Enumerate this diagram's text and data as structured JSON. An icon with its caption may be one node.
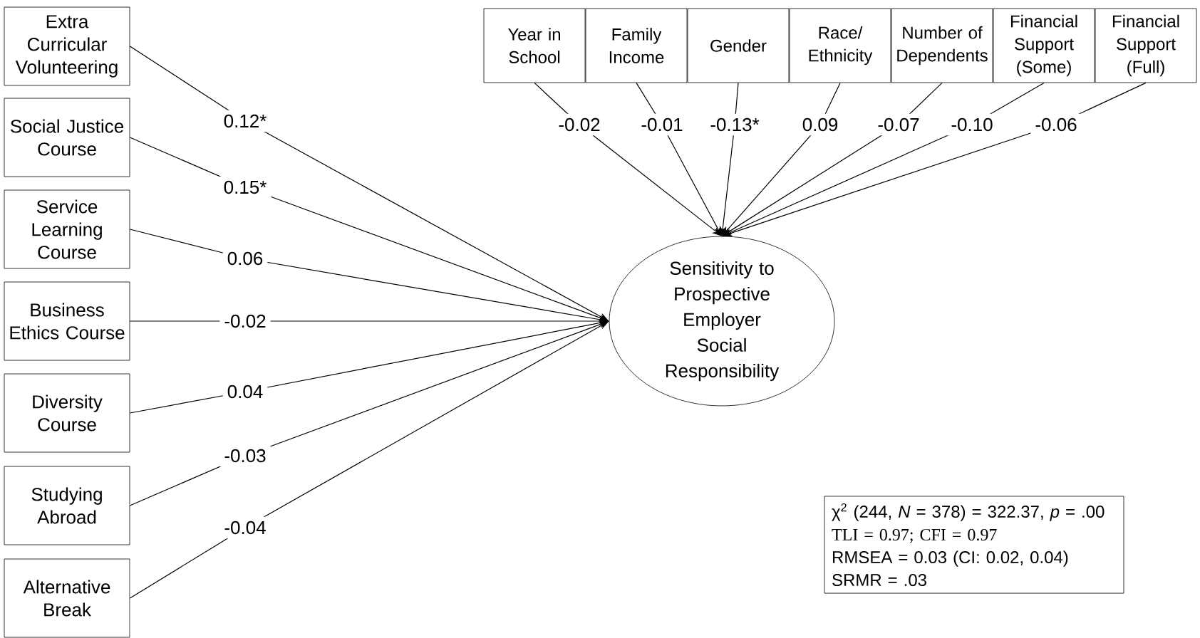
{
  "diagram": {
    "nodes": [
      {
        "text": [
          "Extra Curricular Volunteering"
        ]
      },
      {
        "text": [
          "Social Justice Course"
        ]
      },
      {
        "text": [
          "Service Learning Course"
        ]
      },
      {
        "text": [
          "Business Ethics Course"
        ]
      },
      {
        "text": [
          "Diversity Course"
        ]
      },
      {
        "text": [
          "Studying Abroad"
        ]
      },
      {
        "text": [
          "Alternative Break"
        ]
      },
      {
        "text": [
          "Year in School"
        ]
      },
      {
        "text": [
          "Family Income"
        ]
      },
      {
        "text": [
          "Gender"
        ]
      },
      {
        "text": [
          "Race/ Ethnicity"
        ]
      },
      {
        "text": [
          "Number of Dependents"
        ]
      },
      {
        "text": [
          "Financial Support (Some)"
        ]
      },
      {
        "text": [
          "Financial Support (Full)"
        ]
      },
      {
        "text": [
          "Sensitivity to Prospective Employer Social Responsibility"
        ]
      },
      {
        "text": [
          "χ$^{2}$ (244, *N* = 378) = 322.37, *p* = .00",
          "TLI = 0.97; CFI = 0.97",
          "RMSEA = 0.03 (CI: 0.02, 0.04)",
          "SRMR = .03"
        ]
      }
    ],
    "edges": [
      {
        "from": 0,
        "to": 14,
        "arrow": "to",
        "label": "0.12*"
      },
      {
        "from": 1,
        "to": 14,
        "arrow": "to",
        "label": "0.15*"
      },
      {
        "from": 2,
        "to": 14,
        "arrow": "to",
        "label": "0.06"
      },
      {
        "from": 3,
        "to": 14,
        "arrow": "to",
        "label": "-0.02"
      },
      {
        "from": 4,
        "to": 14,
        "arrow": "to",
        "label": "0.04"
      },
      {
        "from": 5,
        "to": 14,
        "arrow": "to",
        "label": "-0.03"
      },
      {
        "from": 6,
        "to": 14,
        "arrow": "to",
        "label": "-0.04"
      },
      {
        "from": 7,
        "to": 14,
        "arrow": "to",
        "label": "-0.02"
      },
      {
        "from": 8,
        "to": 14,
        "arrow": "to",
        "label": "-0.01"
      },
      {
        "from": 9,
        "to": 14,
        "arrow": "to",
        "label": "-0.13*"
      },
      {
        "from": 10,
        "to": 14,
        "arrow": "to",
        "label": "0.09"
      },
      {
        "from": 11,
        "to": 14,
        "arrow": "to",
        "label": "-0.07"
      },
      {
        "from": 12,
        "to": 14,
        "arrow": "to",
        "label": "-0.10"
      },
      {
        "from": 13,
        "to": 14,
        "arrow": "to",
        "label": "-0.06"
      }
    ]
  }
}
